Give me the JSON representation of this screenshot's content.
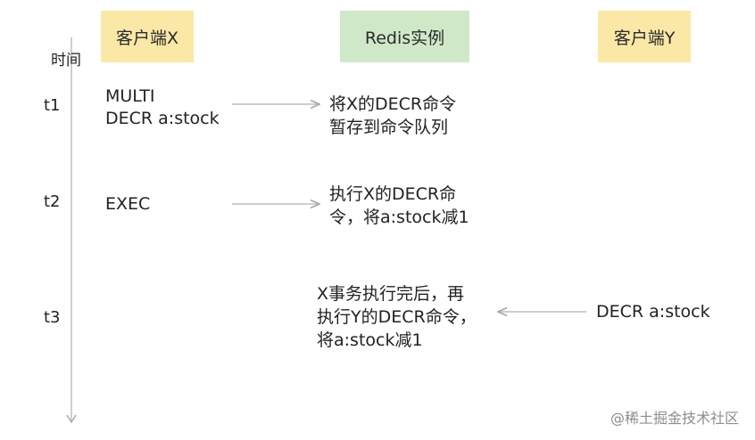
{
  "columns": {
    "client_x": "客户端X",
    "redis": "Redis实例",
    "client_y": "客户端Y"
  },
  "timeline": {
    "label": "时间",
    "ticks": [
      "t1",
      "t2",
      "t3"
    ]
  },
  "client_x_commands": {
    "multi": "MULTI",
    "decr": "DECR a:stock",
    "exec": "EXEC"
  },
  "redis_steps": {
    "step1_line1": "将X的DECR命令",
    "step1_line2": "暂存到命令队列",
    "step2_line1": "执行X的DECR命",
    "step2_line2": "令，将a:stock减1",
    "step3_line1": "X事务执行完后，再",
    "step3_line2": "执行Y的DECR命令，",
    "step3_line3": "将a:stock减1"
  },
  "client_y_commands": {
    "decr": "DECR a:stock"
  },
  "watermark": "@稀土掘金技术社区",
  "colors": {
    "client_box": "#fbe8a6",
    "redis_box": "#cfe9c8",
    "line": "#b8b8b8",
    "text": "#222222"
  }
}
